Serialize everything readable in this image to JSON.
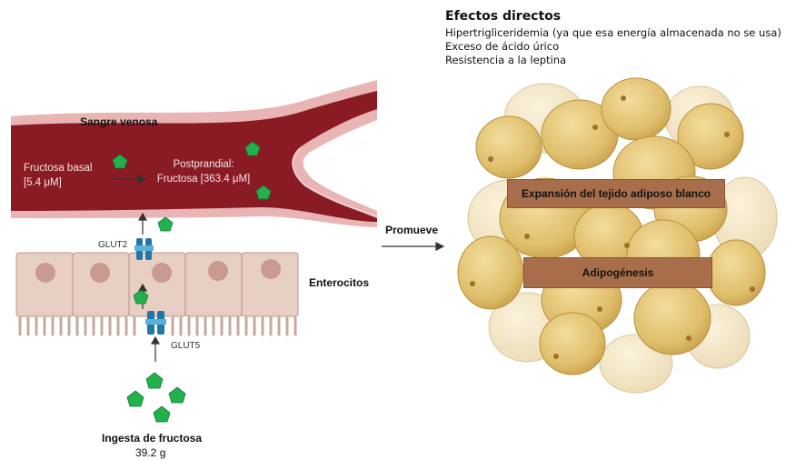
{
  "effects": {
    "title": "Efectos directos",
    "items": [
      "Hipertrigliceridemia (ya que esa energía almacenada no se usa)",
      "Exceso de ácido úrico",
      "Resistencia a la leptina"
    ]
  },
  "vessel": {
    "label": "Sangre venosa",
    "basal_line1": "Fructosa basal",
    "basal_line2": "[5.4 μM]",
    "postprandial_line1": "Postprandial:",
    "postprandial_line2": "Fructosa [363.4 μM]"
  },
  "transporters": {
    "glut2": "GLUT2",
    "glut5": "GLUT5"
  },
  "enterocytes_label": "Enterocitos",
  "intake": {
    "label": "Ingesta de fructosa",
    "amount": "39.2 g"
  },
  "promotes_label": "Promueve",
  "adipose": {
    "expansion_label": "Expansión del tejido adiposo blanco",
    "adipogenesis_label": "Adipogénesis"
  },
  "colors": {
    "blood": "#8a1a24",
    "vessel_wall": "#e8b4b4",
    "enterocyte": "#e8cfc4",
    "nucleus": "#c89a92",
    "fructose": "#22b14c",
    "transporter": "#1f78a8",
    "adipocyte": "#e4c67a",
    "label_box": "#a86e4c"
  }
}
